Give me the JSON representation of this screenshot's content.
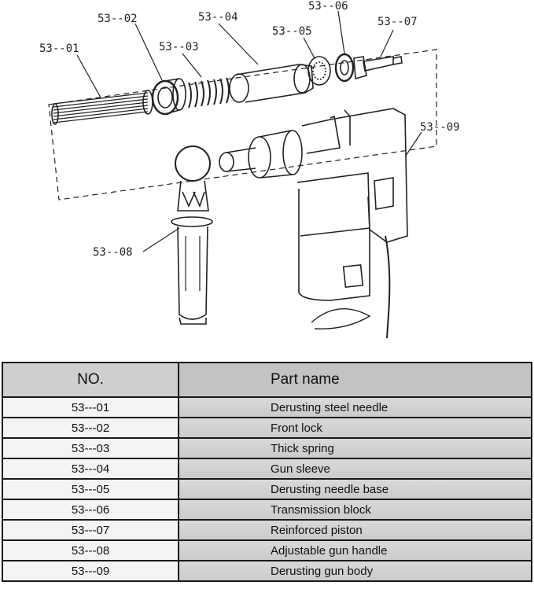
{
  "labels": [
    "53--01",
    "53--02",
    "53--03",
    "53--04",
    "53--05",
    "53--06",
    "53--07",
    "53--08",
    "53--09"
  ],
  "table": {
    "headers": [
      "NO.",
      "Part name"
    ],
    "rows": [
      {
        "no": "53---01",
        "name": "Derusting steel needle"
      },
      {
        "no": "53---02",
        "name": "Front lock"
      },
      {
        "no": "53---03",
        "name": "Thick spring"
      },
      {
        "no": "53---04",
        "name": "Gun sleeve"
      },
      {
        "no": "53---05",
        "name": "Derusting needle base"
      },
      {
        "no": "53---06",
        "name": "Transmission block"
      },
      {
        "no": "53---07",
        "name": "Reinforced piston"
      },
      {
        "no": "53---08",
        "name": "Adjustable gun handle"
      },
      {
        "no": "53---09",
        "name": "Derusting gun body"
      }
    ]
  }
}
